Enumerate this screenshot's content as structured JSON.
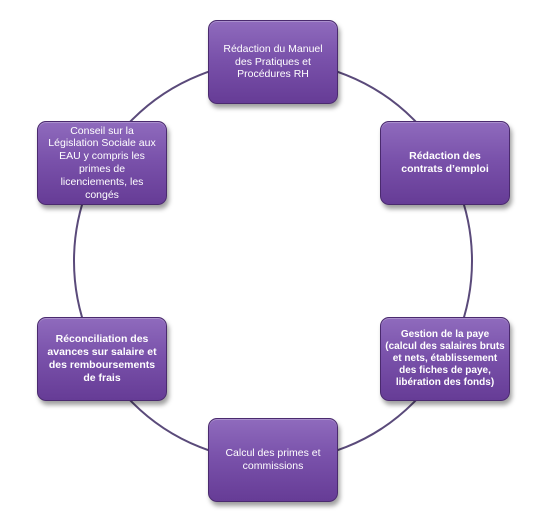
{
  "diagram": {
    "ring_color": "#5a4a7a",
    "node_color": "#7a52ab",
    "nodes": [
      {
        "id": "top",
        "label": "Rédaction du Manuel des Pratiques et Procédures RH"
      },
      {
        "id": "right",
        "label": "Rédaction des contrats d’emploi"
      },
      {
        "id": "bottom_right",
        "label": "Gestion de la paye (calcul des salaires bruts et nets, établissement des fiches de paye, libération des fonds)"
      },
      {
        "id": "bottom",
        "label": "Calcul des primes et commissions"
      },
      {
        "id": "bottom_left",
        "label": "Réconciliation des avances sur salaire et des remboursements de frais"
      },
      {
        "id": "top_left",
        "label": "Conseil sur la Législation Sociale aux EAU y compris les primes de licenciements, les congés"
      }
    ]
  }
}
